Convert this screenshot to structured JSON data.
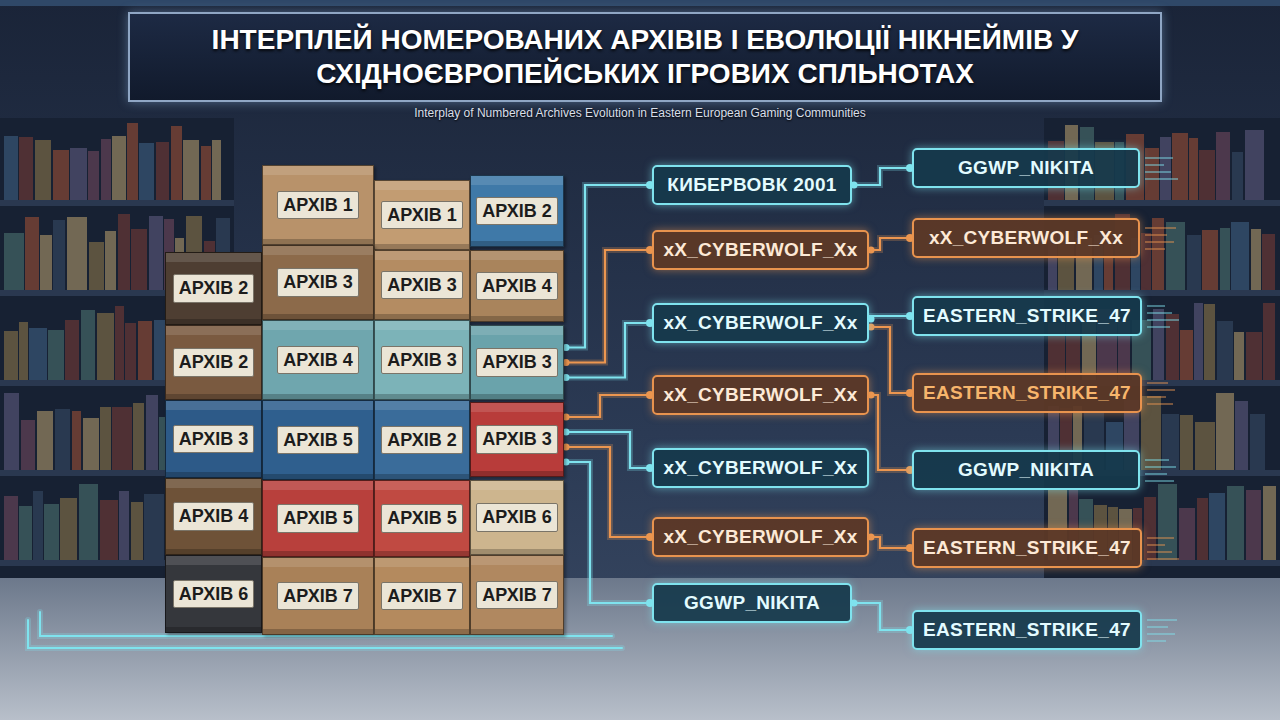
{
  "diagram": {
    "title": "ІНТЕРПЛЕЙ НОМЕРОВАНИХ АРХІВІВ І ЕВОЛЮЦІЇ НІКНЕЙМІВ У СХІДНОЄВРОПЕЙСЬКИХ ІГРОВИХ СПЛЬНОТАХ",
    "caption": "Interplay of Numbered Archives Evolution in Eastern European Gaming Communities",
    "nodes": [
      {
        "text": [
          "АРХІВ 1"
        ]
      },
      {
        "text": [
          "АРХІВ 1"
        ]
      },
      {
        "text": [
          "АРХІВ 2"
        ]
      },
      {
        "text": [
          "АРХІВ 2"
        ]
      },
      {
        "text": [
          "АРХІВ 3"
        ]
      },
      {
        "text": [
          "АРХІВ 3"
        ]
      },
      {
        "text": [
          "АРХІВ 4"
        ]
      },
      {
        "text": [
          "АРХІВ 2"
        ]
      },
      {
        "text": [
          "АРХІВ 4"
        ]
      },
      {
        "text": [
          "АРХІВ 3"
        ]
      },
      {
        "text": [
          "АРХІВ 3"
        ]
      },
      {
        "text": [
          "АРХІВ 3"
        ]
      },
      {
        "text": [
          "АРХІВ 5"
        ]
      },
      {
        "text": [
          "АРХІВ 2"
        ]
      },
      {
        "text": [
          "АРХІВ 3"
        ]
      },
      {
        "text": [
          "АРХІВ 4"
        ]
      },
      {
        "text": [
          "АРХІВ 5"
        ]
      },
      {
        "text": [
          "АРХІВ 5"
        ]
      },
      {
        "text": [
          "АРХІВ 6"
        ]
      },
      {
        "text": [
          "АРХІВ 6"
        ]
      },
      {
        "text": [
          "АРХІВ 7"
        ]
      },
      {
        "text": [
          "АРХІВ 7"
        ]
      },
      {
        "text": [
          "АРХІВ 7"
        ]
      },
      {
        "text": [
          "КИБЕРВОВК 2001"
        ]
      },
      {
        "text": [
          "xX_CYBERWOLF_Xx"
        ]
      },
      {
        "text": [
          "xX_CYBERWOLF_Xx"
        ]
      },
      {
        "text": [
          "xX_CYBERWOLF_Xx"
        ]
      },
      {
        "text": [
          "xX_CYBERWOLF_Xx"
        ]
      },
      {
        "text": [
          "xX_CYBERWOLF_Xx"
        ]
      },
      {
        "text": [
          "GGWP_NIKITA"
        ]
      },
      {
        "text": [
          "GGWP_NIKITA"
        ]
      },
      {
        "text": [
          "xX_CYBERWOLF_Xx"
        ]
      },
      {
        "text": [
          "EASTERN_STRIKE_47"
        ]
      },
      {
        "text": [
          "EASTERN_STRIKE_47"
        ]
      },
      {
        "text": [
          "GGWP_NIKITA"
        ]
      },
      {
        "text": [
          "EASTERN_STRIKE_47"
        ]
      },
      {
        "text": [
          "EASTERN_STRIKE_47"
        ]
      }
    ],
    "edges": [
      {
        "from": 10,
        "to": 23,
        "arrow": "none"
      },
      {
        "from": 10,
        "to": 24,
        "arrow": "none"
      },
      {
        "from": 10,
        "to": 25,
        "arrow": "none"
      },
      {
        "from": 14,
        "to": 26,
        "arrow": "none"
      },
      {
        "from": 14,
        "to": 27,
        "arrow": "none"
      },
      {
        "from": 14,
        "to": 28,
        "arrow": "none"
      },
      {
        "from": 14,
        "to": 29,
        "arrow": "none"
      },
      {
        "from": 23,
        "to": 30,
        "arrow": "none"
      },
      {
        "from": 24,
        "to": 31,
        "arrow": "none"
      },
      {
        "from": 25,
        "to": 32,
        "arrow": "none"
      },
      {
        "from": 25,
        "to": 33,
        "arrow": "none"
      },
      {
        "from": 26,
        "to": 34,
        "arrow": "none"
      },
      {
        "from": 28,
        "to": 35,
        "arrow": "none"
      },
      {
        "from": 29,
        "to": 36,
        "arrow": "none"
      }
    ]
  }
}
